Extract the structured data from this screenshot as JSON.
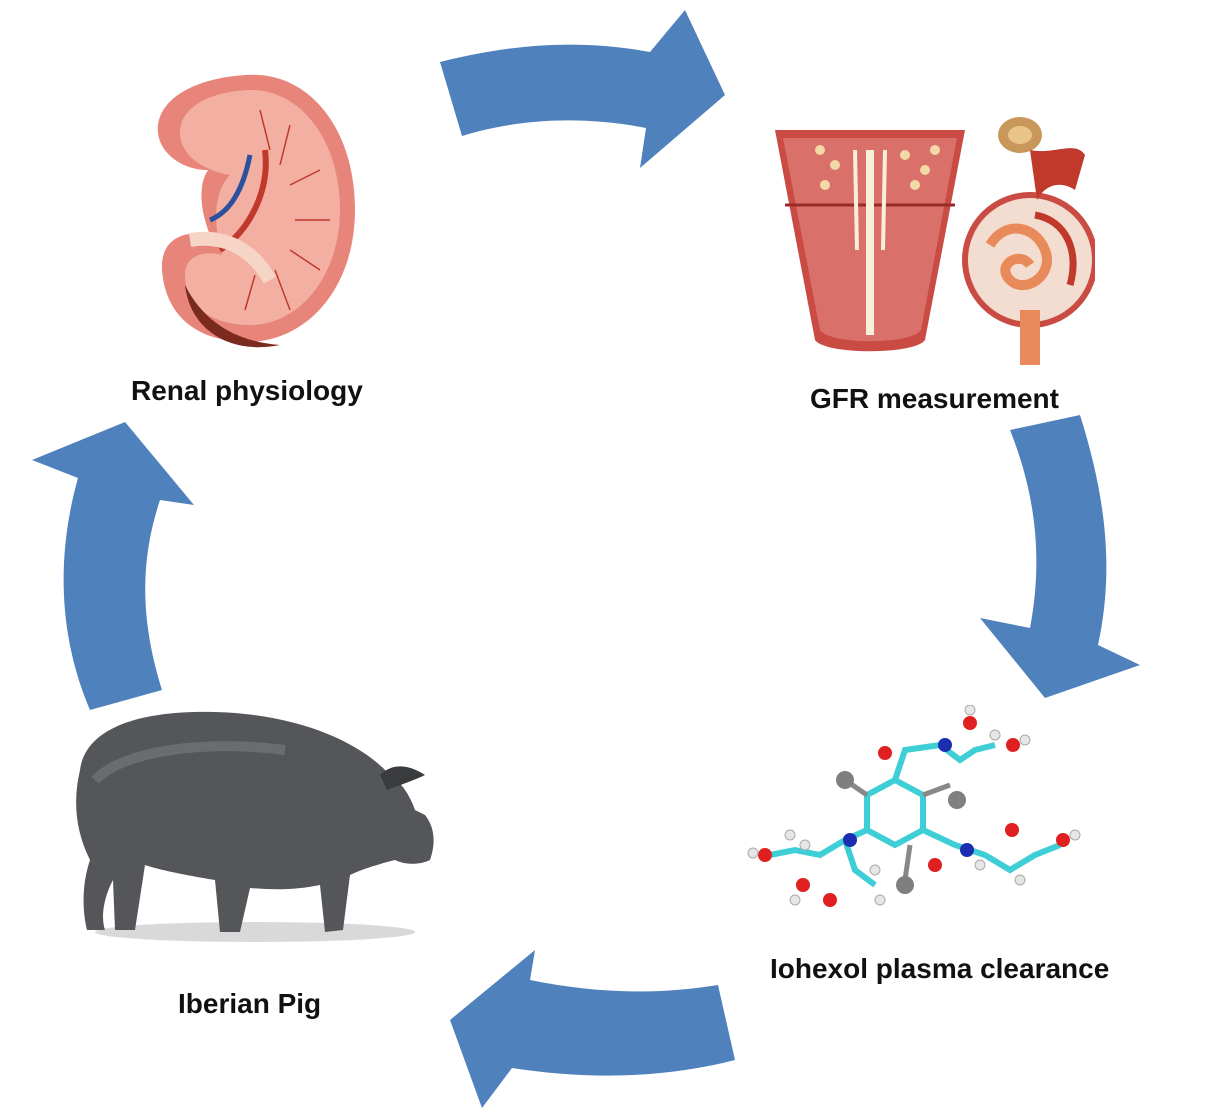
{
  "diagram": {
    "type": "cycle",
    "arrow_color": "#4f81bd",
    "nodes": [
      {
        "id": "renal",
        "label": "Renal physiology",
        "icon": "kidney-cross-section-icon"
      },
      {
        "id": "gfr",
        "label": "GFR measurement",
        "icon": "nephron-glomerulus-icon"
      },
      {
        "id": "iohexol",
        "label": "Iohexol plasma clearance",
        "icon": "iohexol-molecule-icon"
      },
      {
        "id": "pig",
        "label": "Iberian Pig",
        "icon": "pig-icon"
      }
    ],
    "edges": [
      {
        "from": "renal",
        "to": "gfr"
      },
      {
        "from": "gfr",
        "to": "iohexol"
      },
      {
        "from": "iohexol",
        "to": "pig"
      },
      {
        "from": "pig",
        "to": "renal"
      }
    ]
  }
}
